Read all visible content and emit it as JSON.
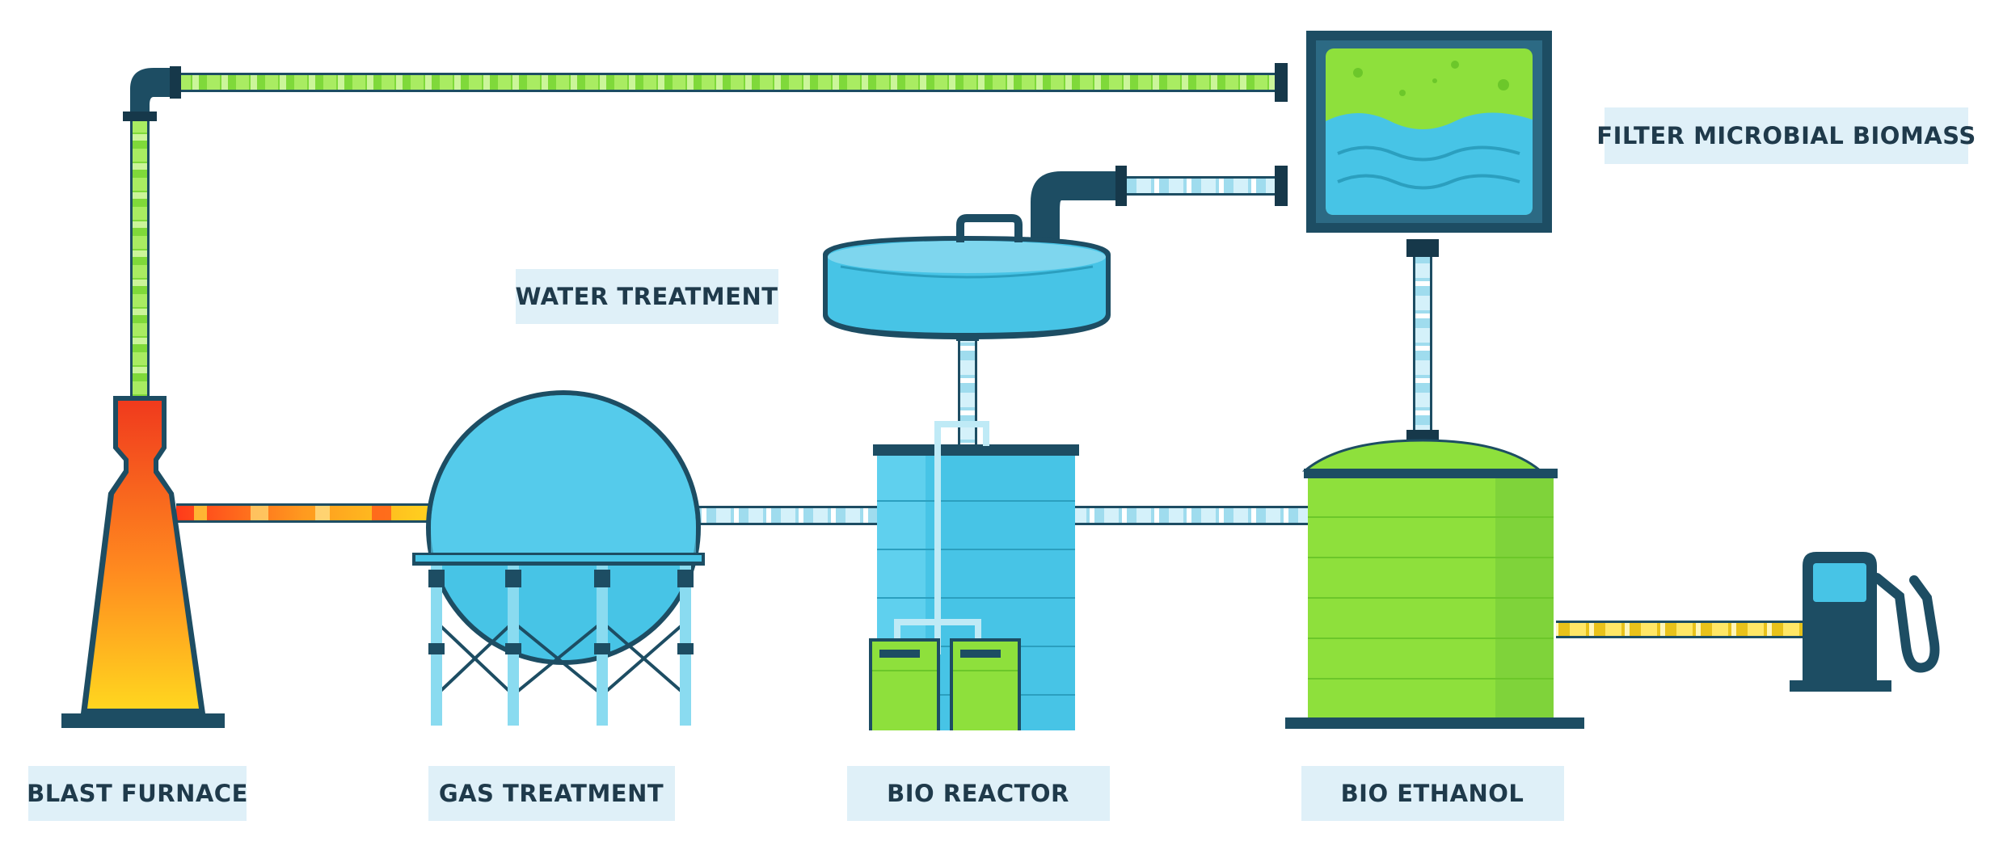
{
  "labels": {
    "blast_furnace": "BLAST FURNACE",
    "gas_treatment": "GAS TREATMENT",
    "bio_reactor": "BIO REACTOR",
    "bio_ethanol": "BIO ETHANOL",
    "water_treatment": "WATER TREATMENT",
    "filter_microbial_biomass": "FILTER MICROBIAL BIOMASS"
  },
  "colors": {
    "outline": "#1d4d63",
    "label_bg": "#dff0f8",
    "label_text": "#1f3a4b",
    "green": "#8ee03c",
    "green_dark": "#6cc72a",
    "blue": "#3ec6e6",
    "blue_light": "#bfe9f6",
    "red": "#e8261f",
    "orange": "#ff8a1f",
    "yellow": "#ffd21f"
  }
}
